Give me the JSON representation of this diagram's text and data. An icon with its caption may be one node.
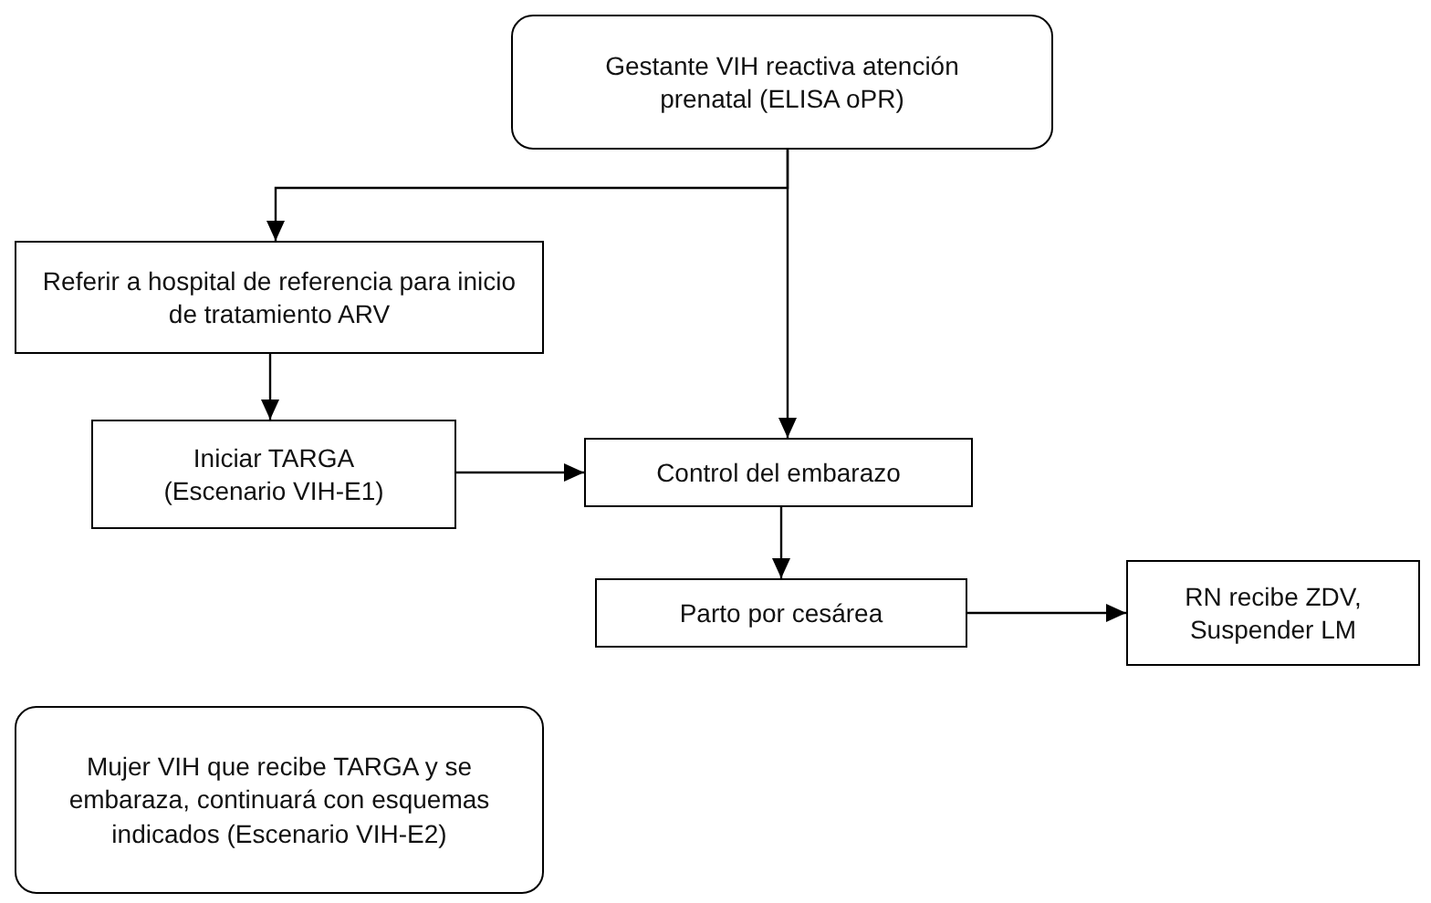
{
  "diagram": {
    "nodes": [
      {
        "text": [
          "Gestante VIH reactiva atención prenatal (ELISA oPR)"
        ]
      },
      {
        "text": [
          "Referir a hospital de referencia para inicio de tratamiento ARV"
        ]
      },
      {
        "text": [
          "Iniciar TARGA (Escenario VIH-E1)"
        ]
      },
      {
        "text": [
          "Control del embarazo"
        ]
      },
      {
        "text": [
          "Parto por cesárea"
        ]
      },
      {
        "text": [
          "RN recibe ZDV, Suspender LM"
        ]
      },
      {
        "text": [
          "Mujer VIH que recibe TARGA y se embaraza, continuará con esquemas indicados (Escenario VIH-E2)"
        ]
      }
    ],
    "edges": [
      {
        "from": 0,
        "to": 1,
        "arrow": "to"
      },
      {
        "from": 0,
        "to": 3,
        "arrow": "to"
      },
      {
        "from": 1,
        "to": 2,
        "arrow": "to"
      },
      {
        "from": 2,
        "to": 3,
        "arrow": "to"
      },
      {
        "from": 3,
        "to": 4,
        "arrow": "to"
      },
      {
        "from": 4,
        "to": 5,
        "arrow": "to"
      }
    ]
  }
}
